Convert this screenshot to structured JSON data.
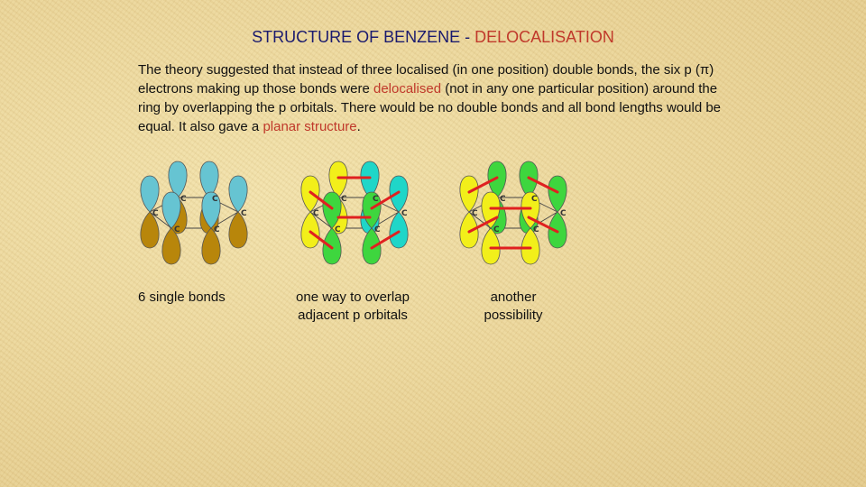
{
  "title": {
    "main": "STRUCTURE OF BENZENE - ",
    "highlight": "DELOCALISATION"
  },
  "paragraph": {
    "part1": "The theory suggested that instead of three localised (in one position) double bonds, the six p (",
    "pi": "π",
    "part2": ") electrons making up those bonds were ",
    "delocalised": "delocalised",
    "part3": " (not in any one particular position) around the ring by overlapping the p orbitals.  There would be no double bonds and all bond lengths would be equal.  It also gave a ",
    "planar": "planar structure",
    "part4": "."
  },
  "diagrams": [
    {
      "caption_lines": [
        "6 single bonds"
      ]
    },
    {
      "caption_lines": [
        "one way to overlap",
        "adjacent p orbitals"
      ]
    },
    {
      "caption_lines": [
        "another",
        "possibility"
      ]
    }
  ],
  "atom_label": "C",
  "colors": {
    "title": "#1a1a6e",
    "highlight": "#c0392b",
    "lobe_blue": "#66c4d2",
    "lobe_gold": "#b8860b",
    "lobe_yellow": "#f2ef1a",
    "lobe_green": "#3ed63e",
    "lobe_cyan": "#1fd6c8",
    "overlap_line": "#e02020"
  }
}
